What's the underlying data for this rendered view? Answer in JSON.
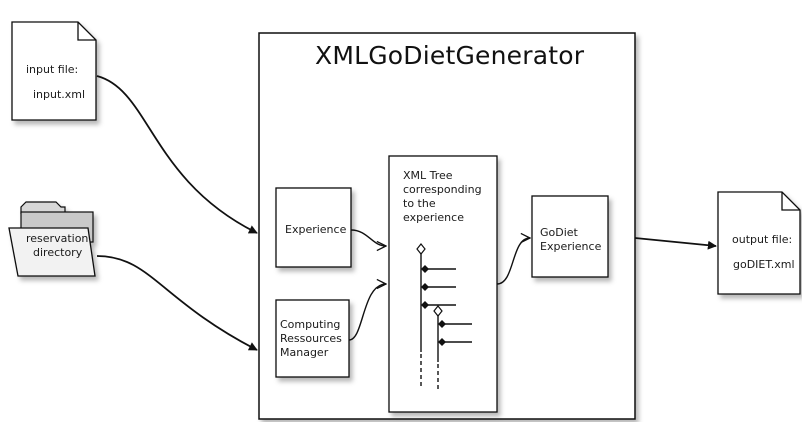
{
  "main_box": {
    "title": "XMLGoDietGenerator"
  },
  "input_file": {
    "line1": "input file:",
    "line2": "input.xml"
  },
  "reservation_directory": {
    "line1": "reservation",
    "line2": "directory"
  },
  "experience": {
    "label": "Experience"
  },
  "computing_resources": {
    "line1": "Computing",
    "line2": "Ressources",
    "line3": "Manager"
  },
  "xml_tree": {
    "line1": "XML Tree",
    "line2": "corresponding",
    "line3": "to the",
    "line4": "experience"
  },
  "godiet_experience": {
    "line1": "GoDiet",
    "line2": "Experience"
  },
  "output_file": {
    "line1": "output file:",
    "line2": "goDIET.xml"
  },
  "icons": {
    "input_file": "document-icon",
    "reservation_directory": "folder-icon",
    "output_file": "document-icon"
  }
}
